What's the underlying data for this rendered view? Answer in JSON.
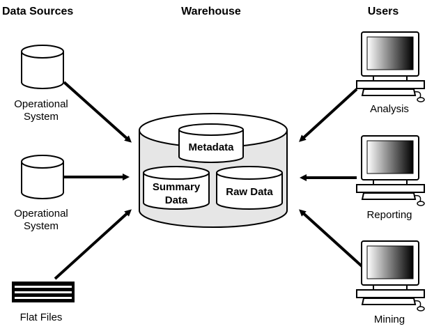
{
  "headers": {
    "sources": "Data Sources",
    "warehouse": "Warehouse",
    "users": "Users"
  },
  "sources": [
    {
      "line1": "Operational",
      "line2": "System",
      "icon": "database-cylinder-icon"
    },
    {
      "line1": "Operational",
      "line2": "System",
      "icon": "database-cylinder-icon"
    },
    {
      "line1": "Flat Files",
      "line2": "",
      "icon": "flat-files-icon"
    }
  ],
  "warehouse": {
    "metadata": "Metadata",
    "summary_line1": "Summary",
    "summary_line2": "Data",
    "raw": "Raw Data"
  },
  "users": [
    {
      "label": "Analysis",
      "icon": "computer-workstation-icon"
    },
    {
      "label": "Reporting",
      "icon": "computer-workstation-icon"
    },
    {
      "label": "Mining",
      "icon": "computer-workstation-icon"
    }
  ]
}
